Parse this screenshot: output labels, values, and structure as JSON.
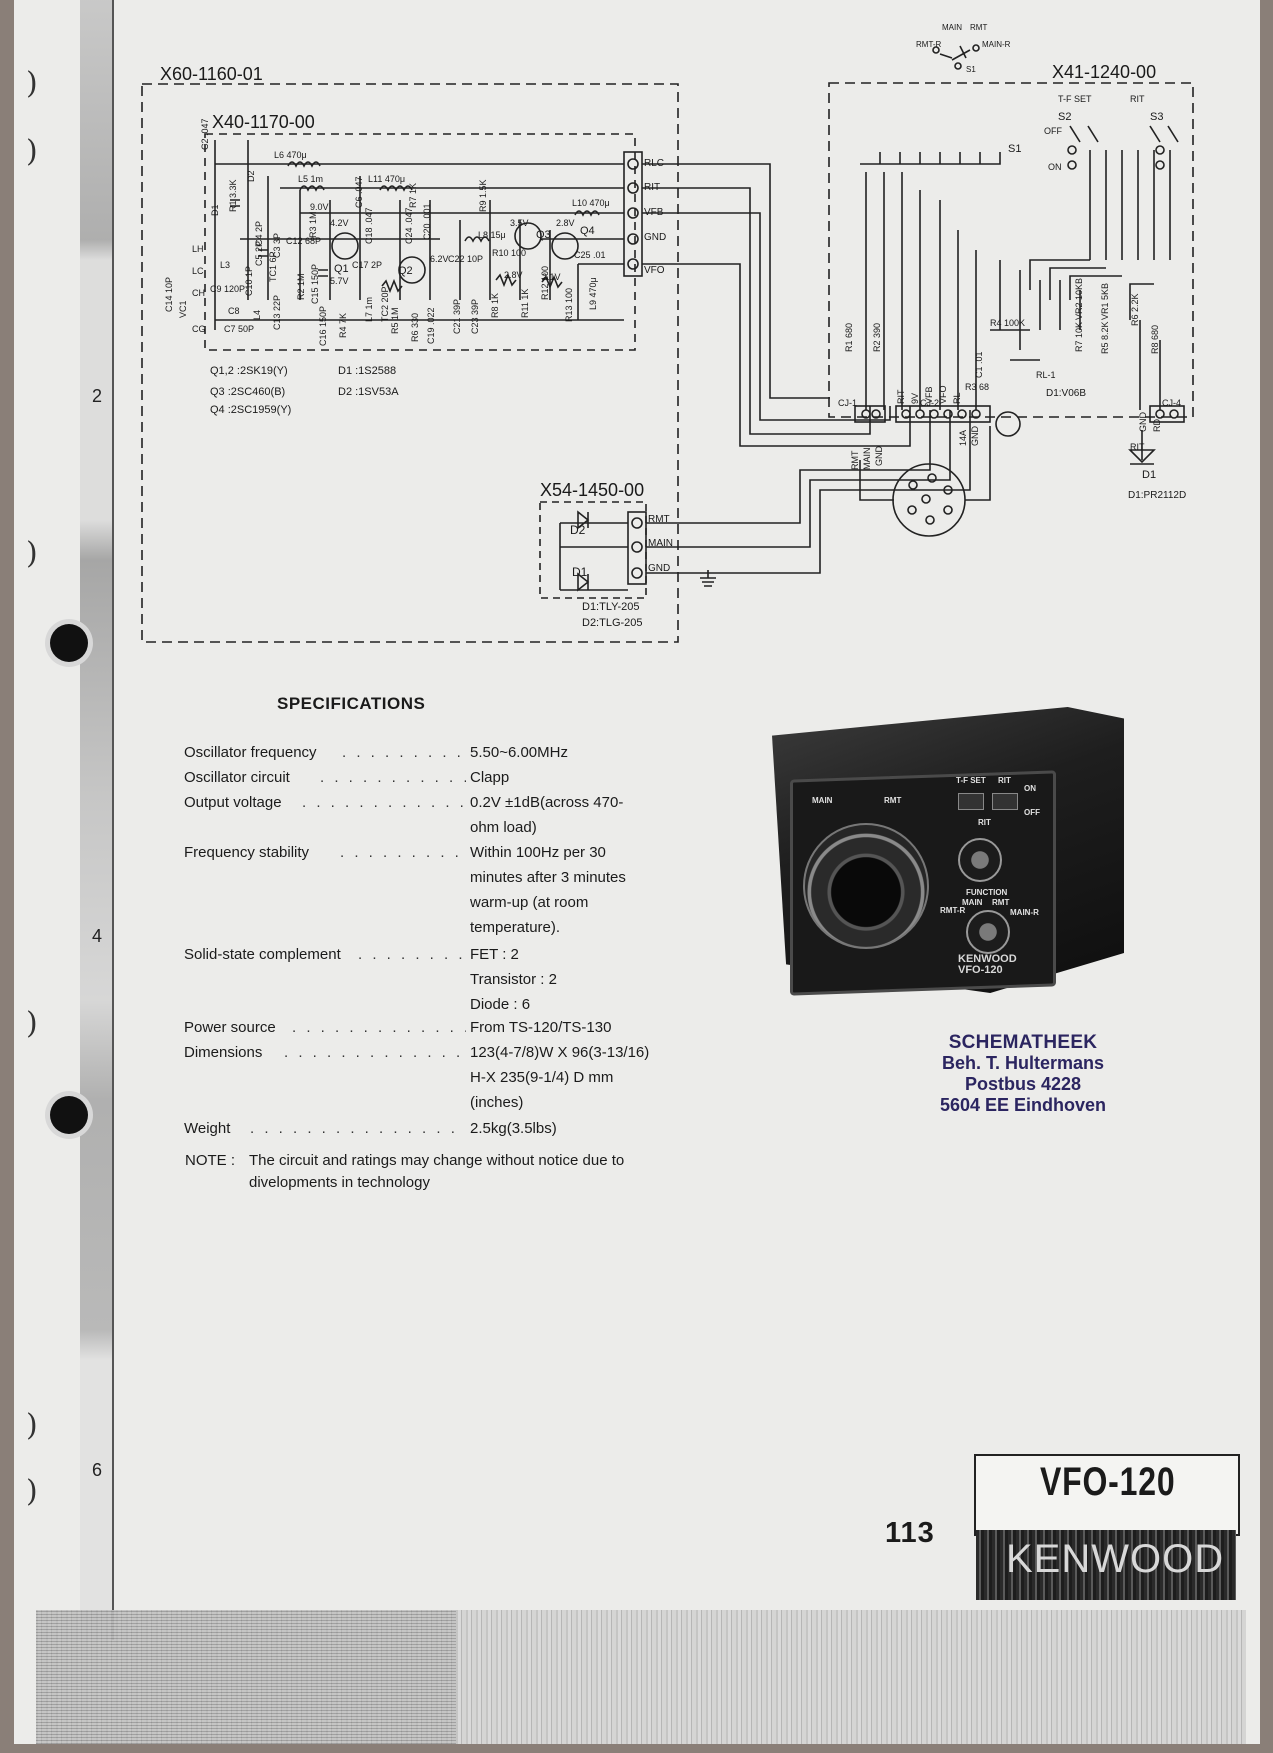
{
  "schematic": {
    "outer_board": "X60-1160-01",
    "inner_board": "X40-1170-00",
    "right_board": "X41-1240-00",
    "led_board": "X54-1450-00",
    "s1_switch": {
      "main": "MAIN",
      "rmt": "RMT",
      "rmt_r": "RMT-R",
      "main_r": "MAIN-R",
      "ref": "S1"
    },
    "left_terminals": [
      "RLC",
      "RIT",
      "VFB",
      "GND",
      "VFO"
    ],
    "led_terminals": [
      "RMT",
      "MAIN",
      "GND"
    ],
    "components": {
      "c2": "C2 .047",
      "d2": "D2",
      "l6": "L6 470μ",
      "l5": "L5 1m",
      "l11": "L11 470μ",
      "l10": "L10 470μ",
      "r1": "R1 3.3K",
      "d1": "D1",
      "r3": "R3 1M",
      "c6": "C6 .047",
      "r7": "R7 1K",
      "r9": "R9 1.5K",
      "v90": "9.0V",
      "v42": "4.2V",
      "v35": "3.5V",
      "v28a": "2.8V",
      "q3": "Q3",
      "q4": "Q4",
      "c4": "C4 2P",
      "c5": "C5 2P",
      "c3": "C3 3P",
      "c12": "C12 68P",
      "tc1": "TC1 6P",
      "c18": "C18 .047",
      "c20": "C20 .001",
      "c24": "C24 .047",
      "l8": "L8 15μ",
      "c25": "C25 .01",
      "q1": "Q1",
      "c17": "C17 2P",
      "v57": "5.7V",
      "q2": "Q2",
      "v62": "6.2V",
      "c22": "C22 10P",
      "r10": "R10 100",
      "v28b": "2.8V",
      "r12": "R12 100",
      "v21": "2.1V",
      "l9": "L9 470μ",
      "lh": "LH",
      "lc": "LC",
      "ch": "CH",
      "cg": "CG",
      "c14": "C14 10P",
      "vc1": "VC1",
      "l3": "L3",
      "c10": "C10 1P",
      "c9": "C9 120P",
      "c7": "C7 50P",
      "c8": "C8",
      "l4": "L4",
      "c13": "C13 22P",
      "c16": "C16 150P",
      "c15": "C15 150P",
      "r2": "R2 1M",
      "r4": "R4 7K",
      "l7": "L7 1m",
      "tc2": "TC2 20P",
      "r5": "R5 1M",
      "r6": "R6 330",
      "c19": "C19 .022",
      "c21": "C21 39P",
      "c23": "C23 39P",
      "r8": "R8 1K",
      "r11": "R11 1K",
      "r13": "R13 100",
      "s2": "S2",
      "s3": "S3",
      "tfset": "T-F SET",
      "rit": "RIT",
      "off": "OFF",
      "on": "ON",
      "vr2": "VR2 10KB",
      "vr1": "VR1 5KB",
      "r6b": "R6 2.2K",
      "r4b": "R4 100K",
      "r7b": "R7 10K",
      "r5b": "R5 8.2K",
      "rr1": "R1 680",
      "rr2": "R2 390",
      "rr8": "R8 680",
      "rr3": "R3 68",
      "c1": "C1 .01",
      "rl1": "RL-1",
      "d1v": "D1:V06B",
      "cj1": "CJ-1",
      "cj2": "CJ-2",
      "cj4": "CJ-4",
      "d1pr": "D1:PR2112D",
      "rit2": "RIT",
      "gnd": "GND",
      "rd": "RD"
    },
    "cj2_pins": [
      "RIT",
      "9V",
      "VFB",
      "VFO",
      "RL"
    ],
    "plug_pins": [
      "RMT",
      "MAIN",
      "GND",
      "14A",
      "GND"
    ],
    "semis": {
      "q12": "Q1,2 :2SK19(Y)",
      "q3": "Q3 :2SC460(B)",
      "q4": "Q4 :2SC1959(Y)",
      "d1": "D1 :1S2588",
      "d2": "D2 :1SV53A"
    },
    "led_parts": {
      "d2": "D2",
      "d1": "D1",
      "d1_type": "D1:TLY-205",
      "d2_type": "D2:TLG-205"
    }
  },
  "specifications": {
    "title": "SPECIFICATIONS",
    "rows": [
      {
        "label": "Oscillator frequency",
        "lines": [
          "5.50~6.00MHz"
        ]
      },
      {
        "label": "Oscillator circuit",
        "lines": [
          "Clapp"
        ]
      },
      {
        "label": "Output voltage",
        "lines": [
          "0.2V ±1dB(across 470-",
          "ohm load)"
        ]
      },
      {
        "label": "Frequency stability",
        "lines": [
          "Within 100Hz per 30",
          "minutes after 3 minutes",
          "warm-up (at room",
          "temperature)."
        ]
      },
      {
        "label": "Solid-state complement",
        "lines": [
          "FET : 2",
          "Transistor : 2",
          "Diode : 6"
        ]
      },
      {
        "label": "Power source",
        "lines": [
          "From TS-120/TS-130"
        ]
      },
      {
        "label": "Dimensions",
        "lines": [
          "123(4-7/8)W X 96(3-13/16)",
          "H-X 235(9-1/4) D mm",
          "(inches)"
        ]
      },
      {
        "label": "Weight",
        "lines": [
          "2.5kg(3.5lbs)"
        ]
      }
    ],
    "note_label": "NOTE :",
    "note_text": "The circuit and ratings may change without notice due to divelopments in technology"
  },
  "photo": {
    "labels": {
      "main": "MAIN",
      "rmt": "RMT",
      "tfset": "T-F SET",
      "rit": "RIT",
      "on": "ON",
      "off": "OFF",
      "rit_knob": "RIT",
      "function": "FUNCTION",
      "main2": "MAIN",
      "rmt2": "RMT",
      "rmt_r": "RMT-R",
      "main_r": "MAIN-R",
      "brand": "KENWOOD",
      "model": "VFO-120"
    }
  },
  "stamp": {
    "line1": "SCHEMATHEEK",
    "line2": "Beh. T. Hultermans",
    "line3": "Postbus 4228",
    "line4": "5604 EE  Eindhoven"
  },
  "margin": {
    "row_2": "2",
    "row_4": "4",
    "row_6": "6"
  },
  "footer": {
    "page_number": "113",
    "model": "VFO-120",
    "brand": "KENWOOD"
  }
}
